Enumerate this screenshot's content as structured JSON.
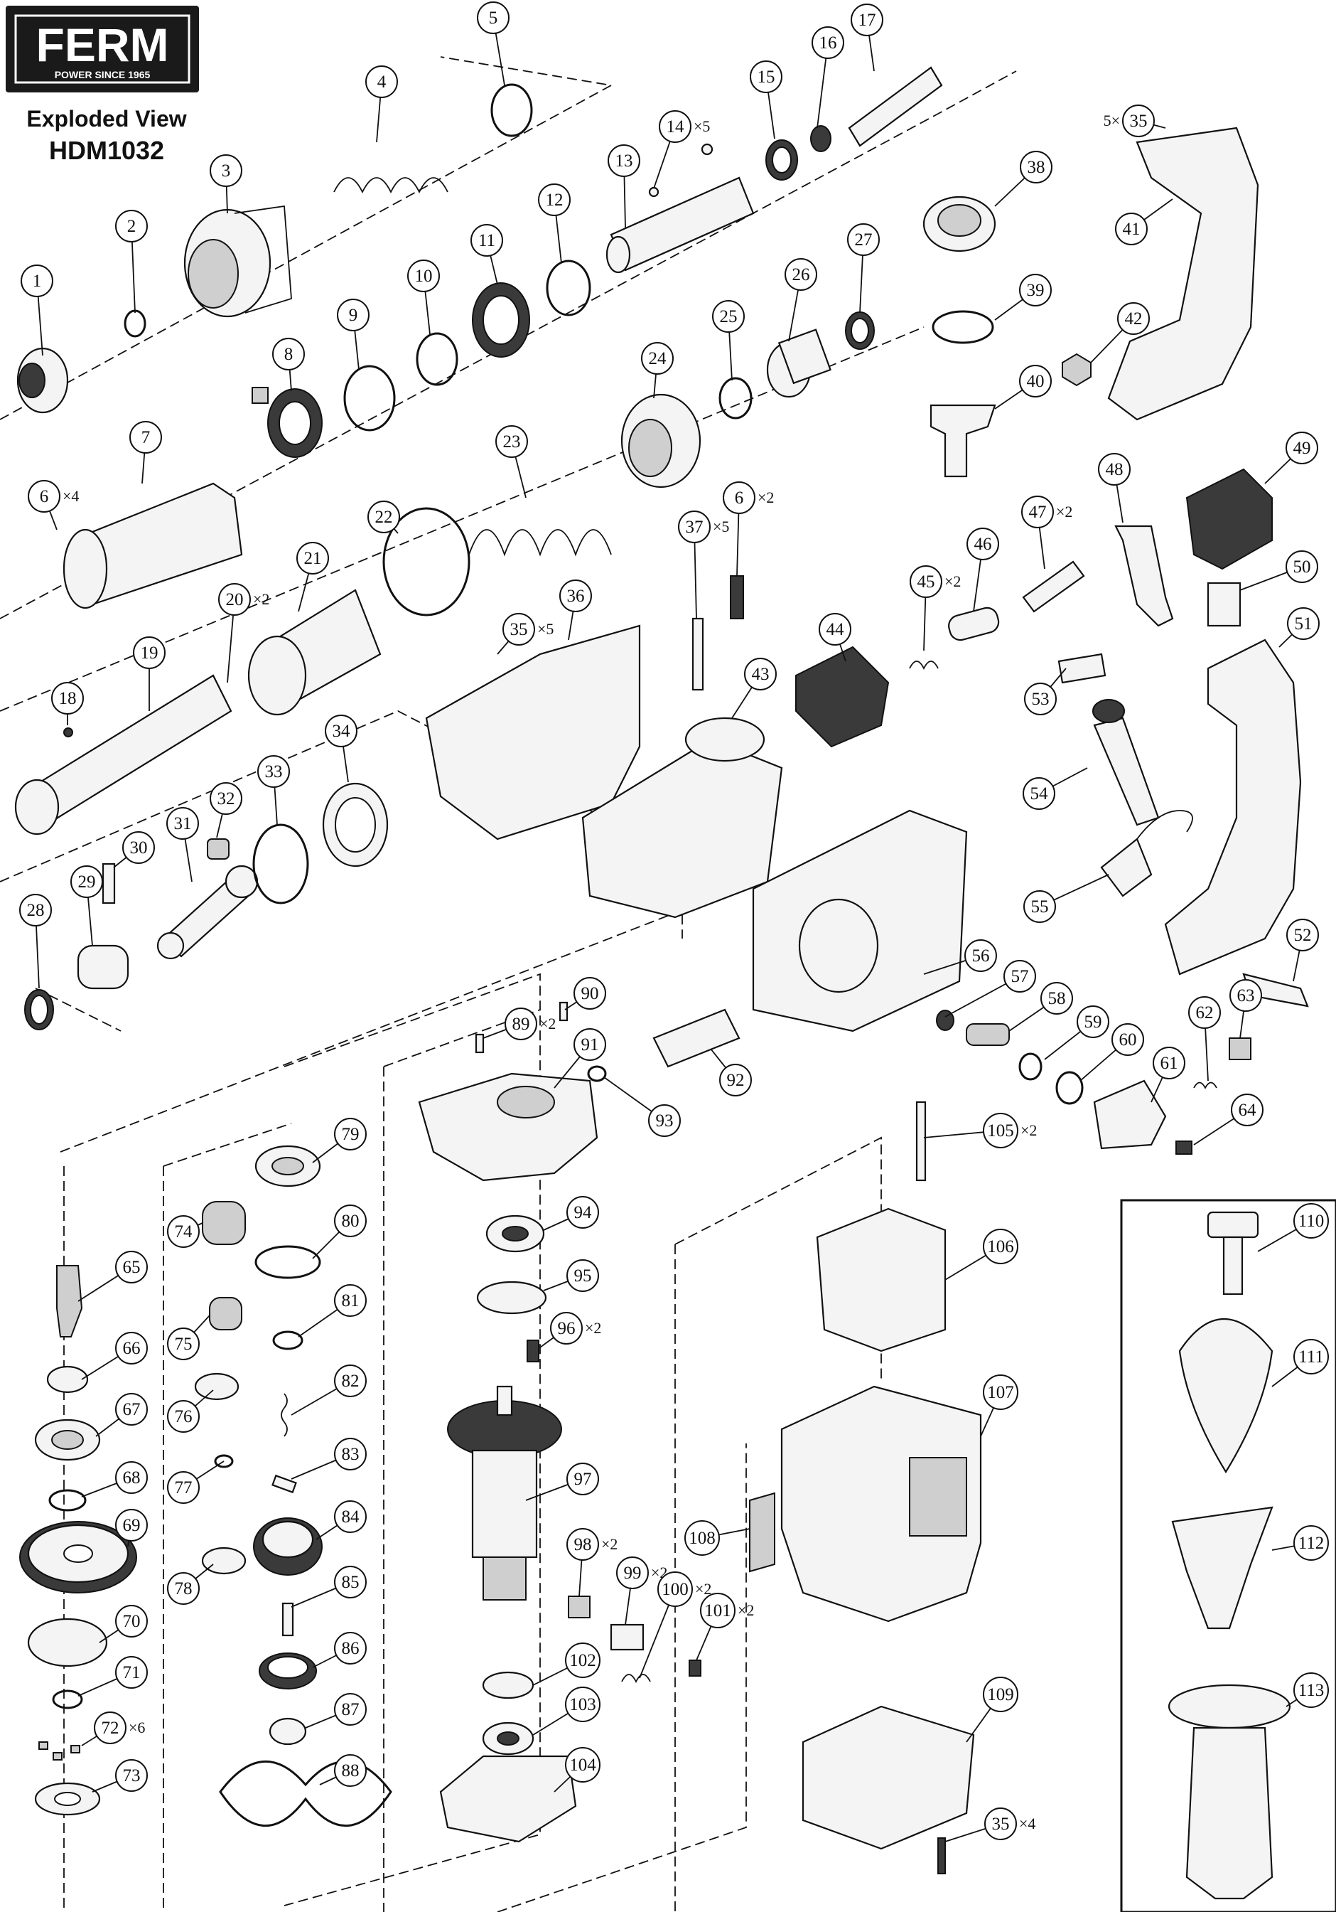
{
  "brand": {
    "logo": "FERM",
    "tagline": "POWER SINCE 1965"
  },
  "title": {
    "line1": "Exploded View",
    "line2": "HDM1032"
  },
  "parts": [
    {
      "num": "1"
    },
    {
      "num": "2"
    },
    {
      "num": "3"
    },
    {
      "num": "4"
    },
    {
      "num": "5"
    },
    {
      "num": "6",
      "qty": "×4"
    },
    {
      "num": "7"
    },
    {
      "num": "8"
    },
    {
      "num": "9"
    },
    {
      "num": "10"
    },
    {
      "num": "11"
    },
    {
      "num": "12"
    },
    {
      "num": "13"
    },
    {
      "num": "14",
      "qty": "×5"
    },
    {
      "num": "15"
    },
    {
      "num": "16"
    },
    {
      "num": "17"
    },
    {
      "num": "18"
    },
    {
      "num": "19"
    },
    {
      "num": "20",
      "qty": "×2"
    },
    {
      "num": "21"
    },
    {
      "num": "22"
    },
    {
      "num": "23"
    },
    {
      "num": "24"
    },
    {
      "num": "25"
    },
    {
      "num": "26"
    },
    {
      "num": "27"
    },
    {
      "num": "28"
    },
    {
      "num": "29"
    },
    {
      "num": "30"
    },
    {
      "num": "31"
    },
    {
      "num": "32"
    },
    {
      "num": "33"
    },
    {
      "num": "34"
    },
    {
      "num": "35",
      "qty": "×5"
    },
    {
      "num": "36"
    },
    {
      "num": "37",
      "qty": "×5"
    },
    {
      "num": "6",
      "qty": "×2"
    },
    {
      "num": "38"
    },
    {
      "num": "39"
    },
    {
      "num": "40"
    },
    {
      "num": "35",
      "qty": "5×",
      "prefix": true
    },
    {
      "num": "41"
    },
    {
      "num": "42"
    },
    {
      "num": "43"
    },
    {
      "num": "44"
    },
    {
      "num": "45",
      "qty": "×2"
    },
    {
      "num": "46"
    },
    {
      "num": "47",
      "qty": "×2"
    },
    {
      "num": "48"
    },
    {
      "num": "49"
    },
    {
      "num": "50"
    },
    {
      "num": "51"
    },
    {
      "num": "52"
    },
    {
      "num": "53"
    },
    {
      "num": "54"
    },
    {
      "num": "55"
    },
    {
      "num": "56"
    },
    {
      "num": "57"
    },
    {
      "num": "58"
    },
    {
      "num": "59"
    },
    {
      "num": "60"
    },
    {
      "num": "61"
    },
    {
      "num": "62"
    },
    {
      "num": "63"
    },
    {
      "num": "64"
    },
    {
      "num": "65"
    },
    {
      "num": "66"
    },
    {
      "num": "67"
    },
    {
      "num": "68"
    },
    {
      "num": "69"
    },
    {
      "num": "70"
    },
    {
      "num": "71"
    },
    {
      "num": "72",
      "qty": "×6"
    },
    {
      "num": "73"
    },
    {
      "num": "74"
    },
    {
      "num": "75"
    },
    {
      "num": "76"
    },
    {
      "num": "77"
    },
    {
      "num": "78"
    },
    {
      "num": "79"
    },
    {
      "num": "80"
    },
    {
      "num": "81"
    },
    {
      "num": "82"
    },
    {
      "num": "83"
    },
    {
      "num": "84"
    },
    {
      "num": "85"
    },
    {
      "num": "86"
    },
    {
      "num": "87"
    },
    {
      "num": "88"
    },
    {
      "num": "89",
      "qty": "×2"
    },
    {
      "num": "90"
    },
    {
      "num": "91"
    },
    {
      "num": "92"
    },
    {
      "num": "93"
    },
    {
      "num": "94"
    },
    {
      "num": "95"
    },
    {
      "num": "96",
      "qty": "×2"
    },
    {
      "num": "97"
    },
    {
      "num": "98",
      "qty": "×2"
    },
    {
      "num": "99",
      "qty": "×2"
    },
    {
      "num": "100",
      "qty": "×2"
    },
    {
      "num": "101",
      "qty": "×2"
    },
    {
      "num": "102"
    },
    {
      "num": "103"
    },
    {
      "num": "104"
    },
    {
      "num": "105",
      "qty": "×2"
    },
    {
      "num": "106"
    },
    {
      "num": "107"
    },
    {
      "num": "108"
    },
    {
      "num": "109"
    },
    {
      "num": "35",
      "qty": "×4"
    },
    {
      "num": "110"
    },
    {
      "num": "111"
    },
    {
      "num": "112"
    },
    {
      "num": "113"
    }
  ]
}
